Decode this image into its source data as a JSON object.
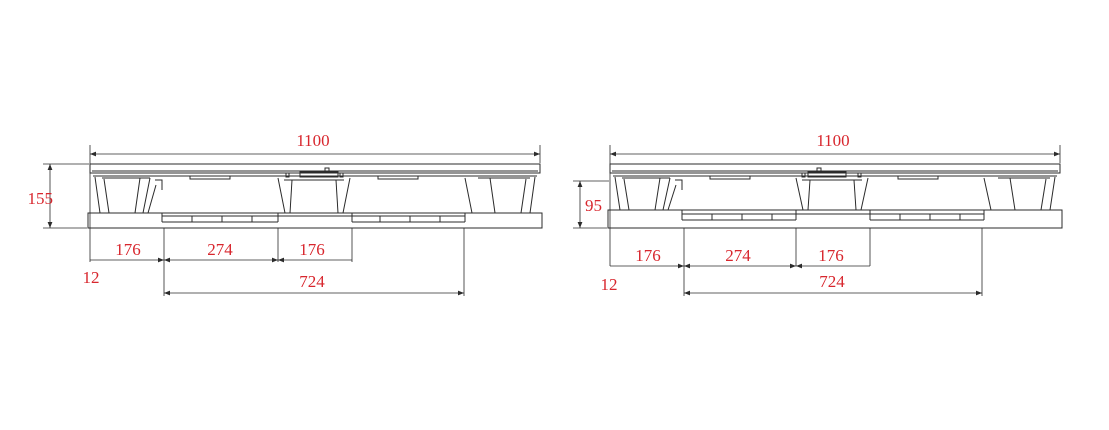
{
  "colors": {
    "line": "#2b2b2b",
    "dimension_text": "#d8262d",
    "background": "#ffffff"
  },
  "left_view": {
    "overall_length": "1100",
    "height": "155",
    "edge_offset": "12",
    "seg_a": "176",
    "seg_b": "274",
    "seg_c": "176",
    "span": "724"
  },
  "right_view": {
    "overall_length": "1100",
    "height": "95",
    "edge_offset": "12",
    "seg_a": "176",
    "seg_b": "274",
    "seg_c": "176",
    "span": "724"
  }
}
